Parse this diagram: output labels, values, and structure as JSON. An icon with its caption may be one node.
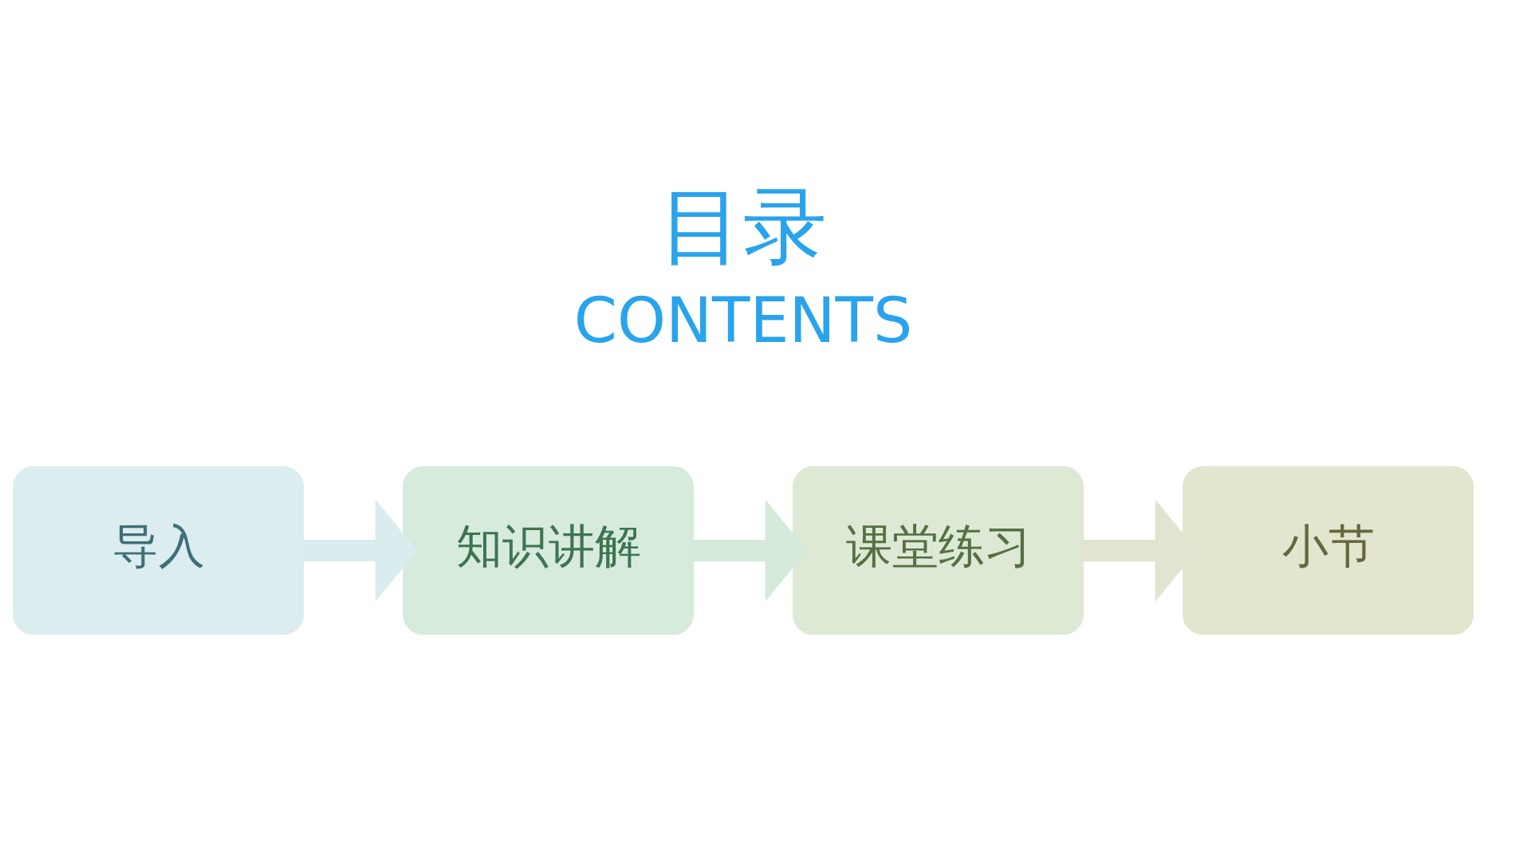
{
  "diagram": {
    "title": "目录",
    "nodes": [
      {
        "text": [
          "导入"
        ]
      },
      {
        "text": [
          "知识讲解"
        ]
      },
      {
        "text": [
          "课堂练习"
        ]
      },
      {
        "text": [
          "小节"
        ]
      }
    ],
    "edges": [
      {
        "from": 0,
        "to": 1,
        "arrow": "to",
        "color": "#d9ecee"
      },
      {
        "from": 1,
        "to": 2,
        "arrow": "to",
        "color": "#d6eadc"
      },
      {
        "from": 2,
        "to": 3,
        "arrow": "to",
        "color": "#dfe5d0"
      }
    ],
    "labels": [
      "CONTENTS"
    ]
  }
}
